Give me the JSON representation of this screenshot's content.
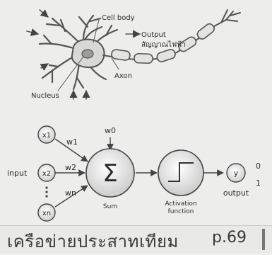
{
  "neuron": {
    "cell_body": "Cell body",
    "output_en": "Output",
    "output_th": "สัญญาณไฟฟ้า",
    "axon": "Axon",
    "nucleus": "Nucleus"
  },
  "perceptron": {
    "inputs": [
      "x1",
      "x2",
      "xn"
    ],
    "weights": [
      "w1",
      "w2",
      "wn"
    ],
    "bias": "w0",
    "input_label": "input",
    "sum_symbol": "Σ",
    "sum_label": "Sum",
    "activation_label_1": "Activation",
    "activation_label_2": "function",
    "output_node": "y",
    "output_label": "output",
    "output_values": [
      "0",
      "1"
    ]
  },
  "footer": {
    "title": "เครือข่ายประสาทเทียม",
    "page": "p.69"
  }
}
